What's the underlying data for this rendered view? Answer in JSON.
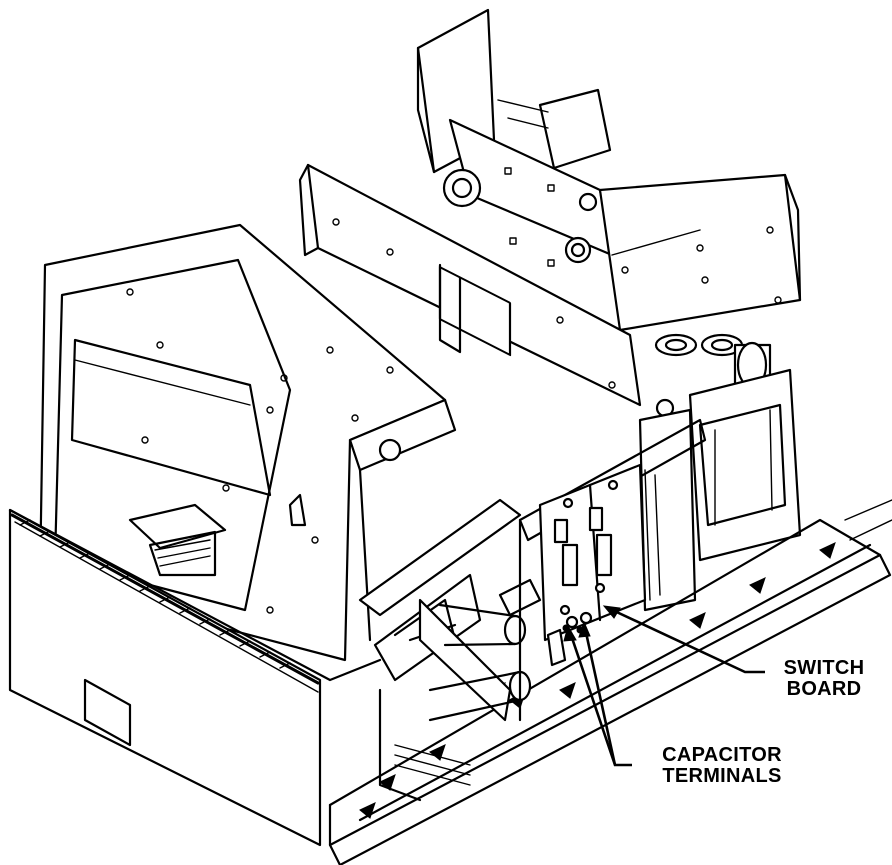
{
  "callouts": {
    "switch_board": {
      "line1": "SWITCH",
      "line2": "BOARD"
    },
    "capacitor_terminals": {
      "line1": "CAPACITOR",
      "line2": "TERMINALS"
    }
  },
  "colors": {
    "ink": "#000000",
    "paper": "#ffffff"
  }
}
